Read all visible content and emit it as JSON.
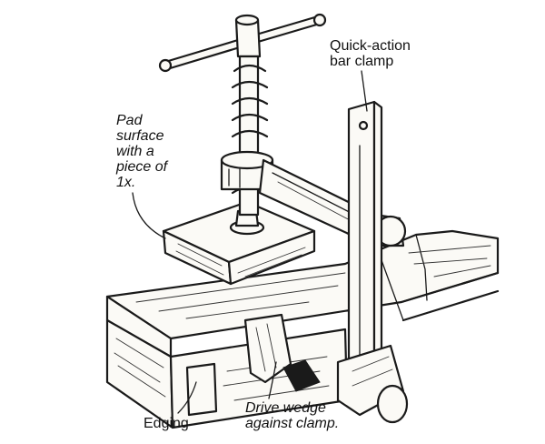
{
  "labels": {
    "quick_action": "Quick-action\nbar clamp",
    "pad_surface": "Pad\nsurface\nwith a\npiece of\n1x.",
    "edging": "Edging",
    "drive_wedge": "Drive wedge\nagainst clamp."
  }
}
